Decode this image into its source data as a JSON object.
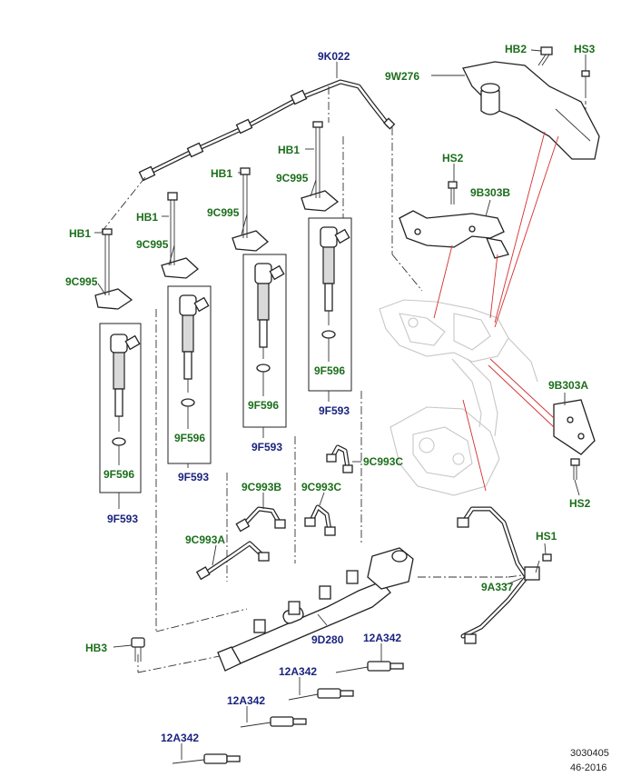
{
  "labels": {
    "hb2": "HB2",
    "hs3": "HS3",
    "w276": "9W276",
    "k022": "9K022",
    "hs2_top": "HS2",
    "b303b": "9B303B",
    "hb1_a": "HB1",
    "hb1_b": "HB1",
    "hb1_c": "HB1",
    "hb1_d": "HB1",
    "c995_a": "9C995",
    "c995_b": "9C995",
    "c995_c": "9C995",
    "c995_d": "9C995",
    "f596_a": "9F596",
    "f596_b": "9F596",
    "f596_c": "9F596",
    "f596_d": "9F596",
    "f593_a": "9F593",
    "f593_b": "9F593",
    "f593_c": "9F593",
    "f593_d": "9F593",
    "b303a": "9B303A",
    "hs2_bottom": "HS2",
    "c993c_a": "9C993C",
    "c993c_b": "9C993C",
    "c993b": "9C993B",
    "c993a": "9C993A",
    "hs1": "HS1",
    "a337": "9A337",
    "hb3": "HB3",
    "d280": "9D280",
    "a342_a": "12A342",
    "a342_b": "12A342",
    "a342_c": "12A342",
    "a342_d": "12A342"
  },
  "footer": {
    "code": "3030405",
    "date": "46-2016"
  },
  "colors": {
    "label_blue": "#1a237e",
    "label_green": "#1b6e1b",
    "callout_red": "#d32f2f"
  }
}
